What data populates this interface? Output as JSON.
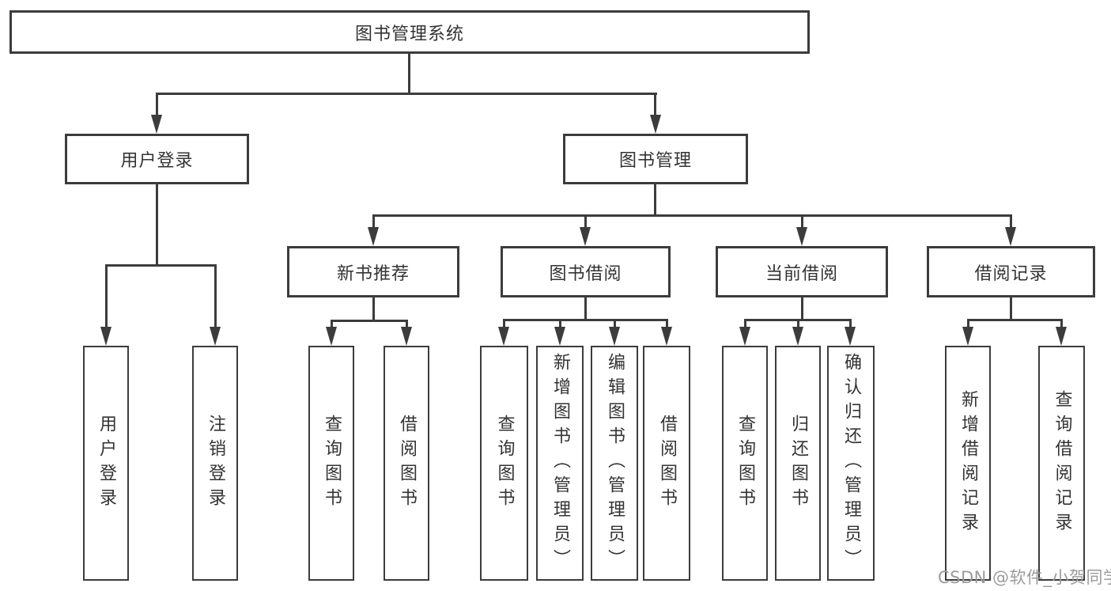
{
  "title": "图书管理系统",
  "watermark": "CSDN @软件_小贺同学",
  "colors": {
    "line": "#3c3c3c",
    "text": "#333333",
    "watermark": "#9b9b9b",
    "background": "#ffffff"
  },
  "tree": {
    "root": {
      "label": "图书管理系统"
    },
    "children": [
      {
        "label": "用户登录",
        "children": [
          {
            "label": "用户登录"
          },
          {
            "label": "注销登录"
          }
        ]
      },
      {
        "label": "图书管理",
        "children": [
          {
            "label": "新书推荐",
            "children": [
              {
                "label": "查询图书"
              },
              {
                "label": "借阅图书"
              }
            ]
          },
          {
            "label": "图书借阅",
            "children": [
              {
                "label": "查询图书"
              },
              {
                "label": "新增图书（管理员）"
              },
              {
                "label": "编辑图书（管理员）"
              },
              {
                "label": "借阅图书"
              }
            ]
          },
          {
            "label": "当前借阅",
            "children": [
              {
                "label": "查询图书"
              },
              {
                "label": "归还图书"
              },
              {
                "label": "确认归还（管理员）"
              }
            ]
          },
          {
            "label": "借阅记录",
            "children": [
              {
                "label": "新增借阅记录"
              },
              {
                "label": "查询借阅记录"
              }
            ]
          }
        ]
      }
    ]
  }
}
